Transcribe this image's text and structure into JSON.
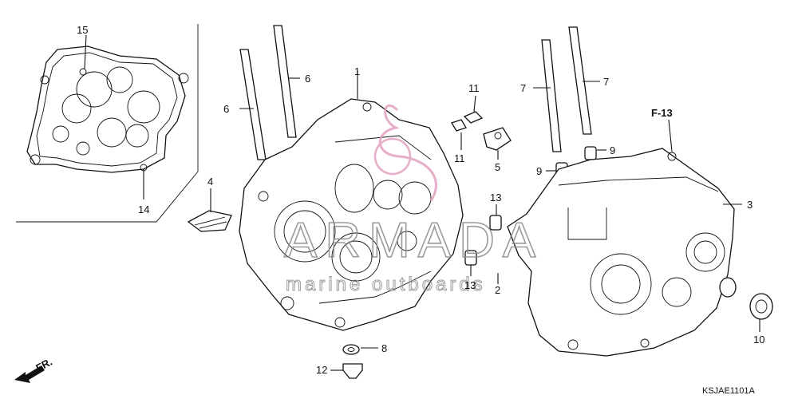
{
  "diagram": {
    "callouts": {
      "c1": "1",
      "c2": "2",
      "c3": "3",
      "c4": "4",
      "c5": "5",
      "c6a": "6",
      "c6b": "6",
      "c7a": "7",
      "c7b": "7",
      "c8": "8",
      "c9a": "9",
      "c9b": "9",
      "c10": "10",
      "c11a": "11",
      "c11b": "11",
      "c12": "12",
      "c13a": "13",
      "c13b": "13",
      "c14": "14",
      "c15": "15"
    },
    "ref_label": "F-13",
    "direction_label": "FR.",
    "diagram_code": "KSJAE1101A"
  },
  "watermark": {
    "brand": "ARMADA",
    "tagline": "marine outboards",
    "color": "#e2a0c0"
  }
}
